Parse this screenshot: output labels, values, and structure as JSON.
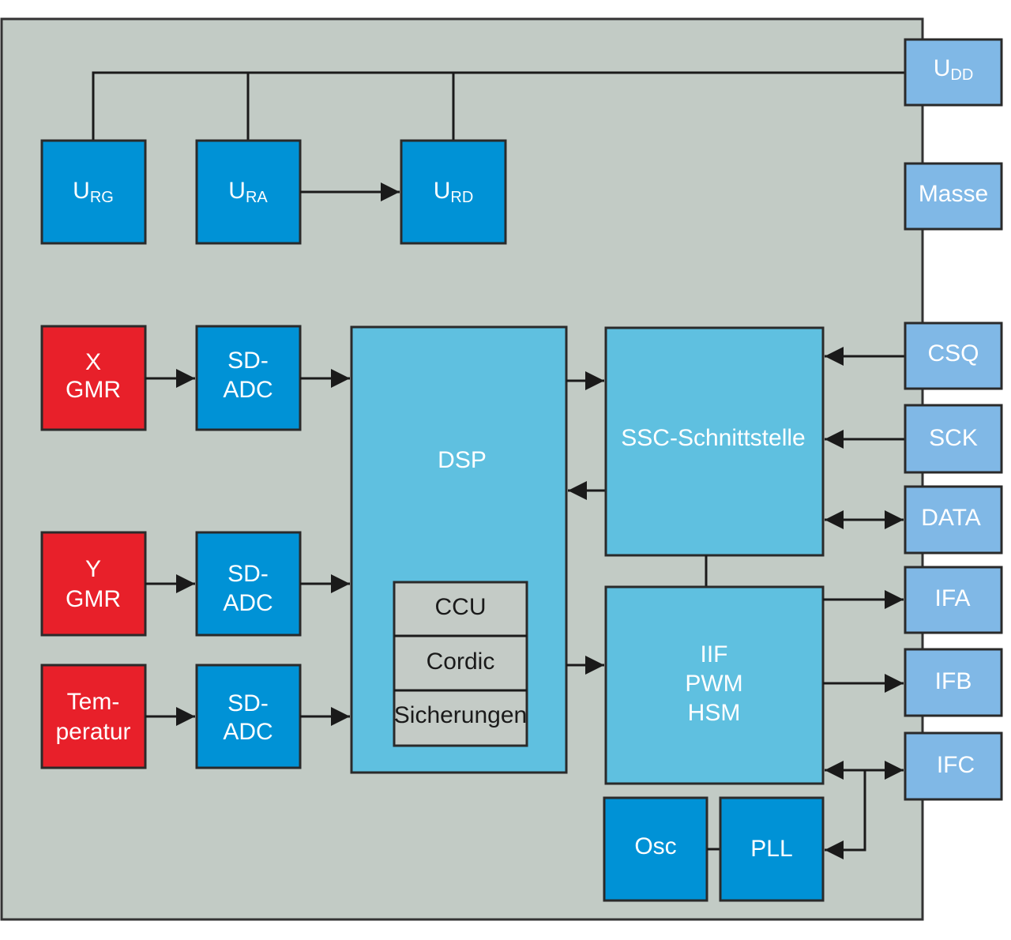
{
  "colors": {
    "chip_background": "#c2cbc5",
    "sensor_red": "#e8202a",
    "dark_blue": "#0092d6",
    "light_blue": "#5fc0e0",
    "pin_blue": "#80b8e6",
    "sub_block_gray": "#c4cbc6"
  },
  "blocks": {
    "urg": {
      "main": "U",
      "sub": "RG"
    },
    "ura": {
      "main": "U",
      "sub": "RA"
    },
    "urd": {
      "main": "U",
      "sub": "RD"
    },
    "x_gmr": {
      "lines": [
        "X",
        "GMR"
      ]
    },
    "y_gmr": {
      "lines": [
        "Y",
        "GMR"
      ]
    },
    "temp": {
      "lines": [
        "Tem-",
        "peratur"
      ]
    },
    "adc1": {
      "lines": [
        "SD-",
        "ADC"
      ]
    },
    "adc2": {
      "lines": [
        "SD-",
        "ADC"
      ]
    },
    "adc3": {
      "lines": [
        "SD-",
        "ADC"
      ]
    },
    "dsp": {
      "label": "DSP",
      "sub_blocks": [
        "CCU",
        "Cordic",
        "Sicherungen"
      ]
    },
    "ssc": {
      "label": "SSC-Schnittstelle"
    },
    "iif": {
      "lines": [
        "IIF",
        "PWM",
        "HSM"
      ]
    },
    "osc": {
      "label": "Osc"
    },
    "pll": {
      "label": "PLL"
    }
  },
  "pins": {
    "udd": {
      "main": "U",
      "sub": "DD"
    },
    "masse": "Masse",
    "csq": "CSQ",
    "sck": "SCK",
    "data": "DATA",
    "ifa": "IFA",
    "ifb": "IFB",
    "ifc": "IFC"
  }
}
